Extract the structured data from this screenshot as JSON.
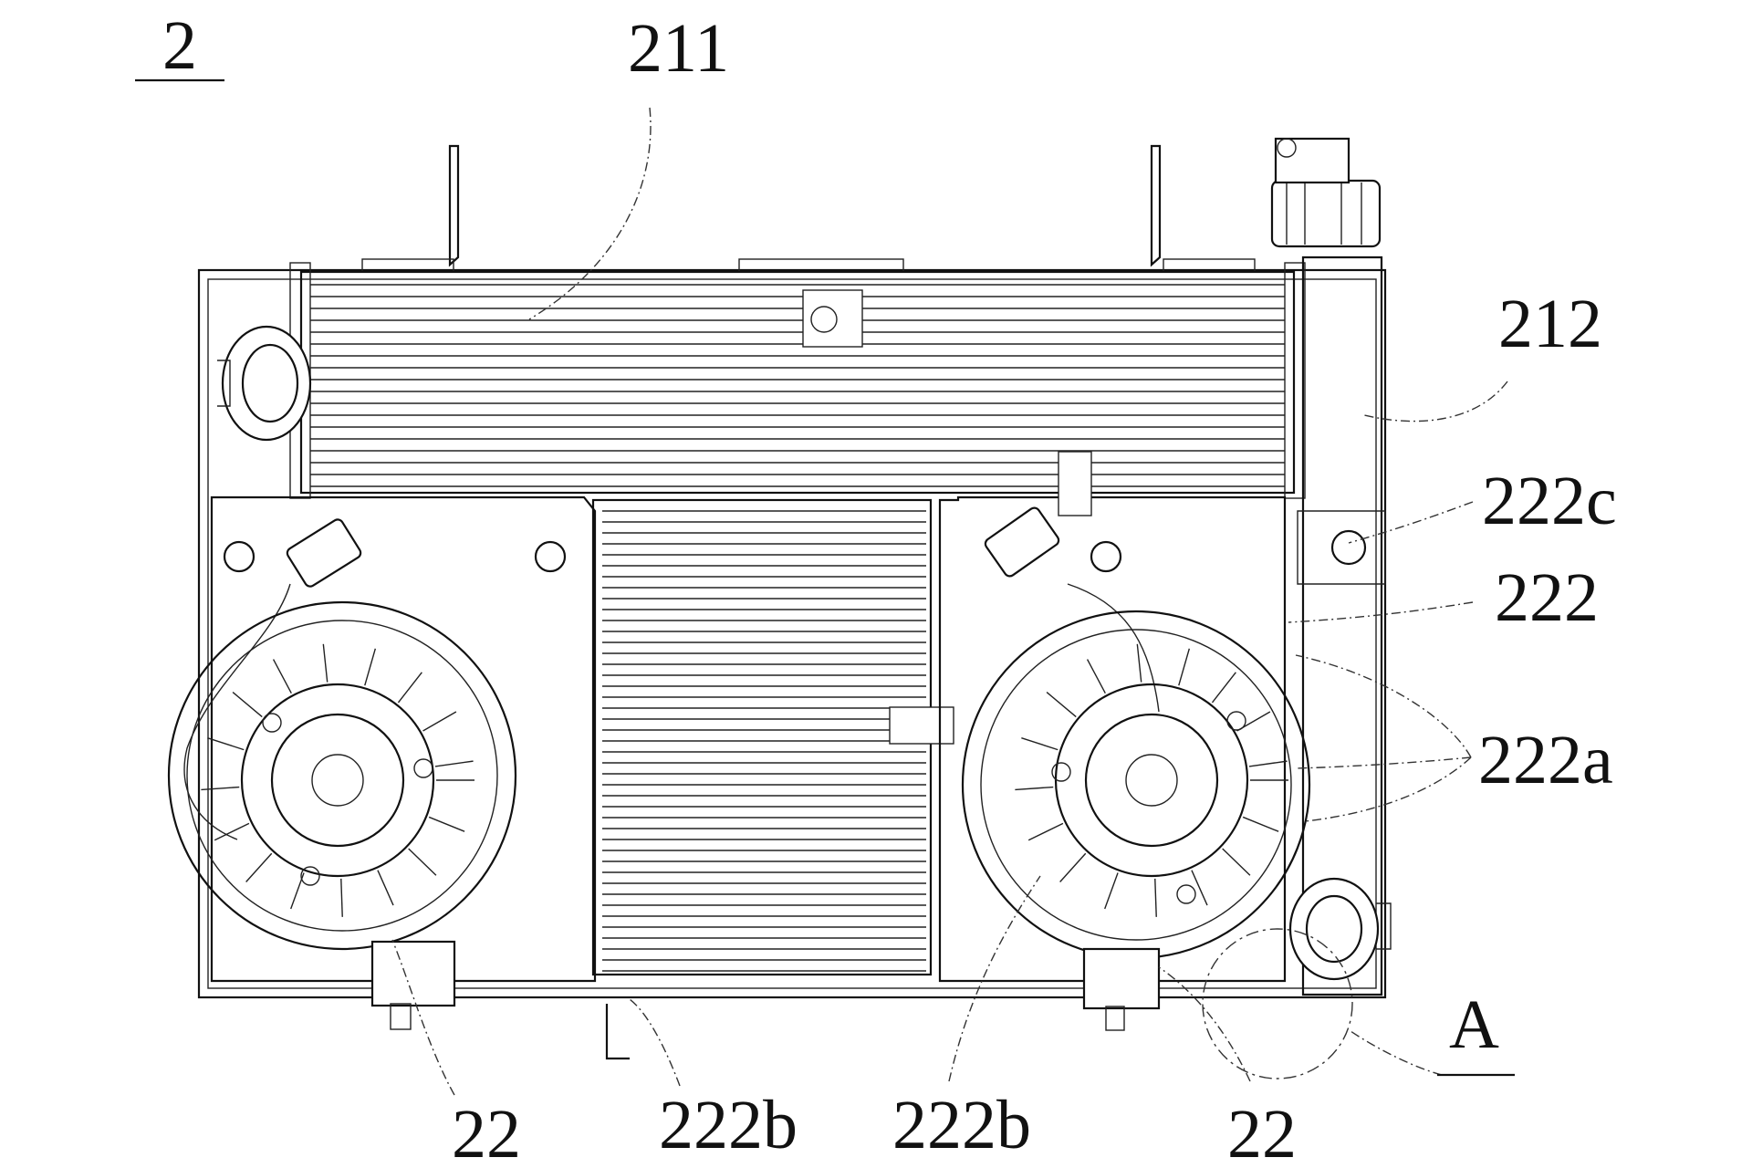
{
  "figure": {
    "number": "2",
    "labels": {
      "top_radiator": "211",
      "side_tank": "212",
      "shroud_tab": "222c",
      "shroud": "222",
      "shroud_vents": "222a",
      "shroud_slot_left": "222b",
      "shroud_slot_right": "222b",
      "fan_left": "22",
      "fan_right": "22",
      "detail": "A"
    }
  },
  "colors": {
    "ink": "#111111",
    "paper": "#ffffff"
  }
}
